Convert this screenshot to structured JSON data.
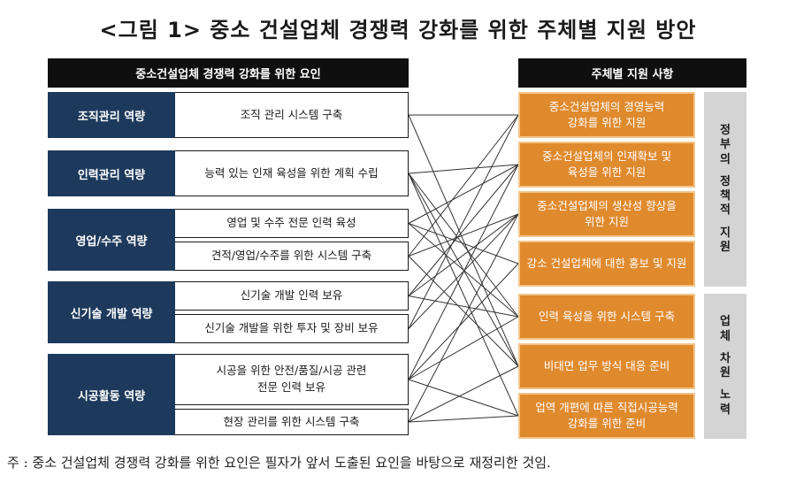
{
  "title": "<그림 1> 중소 건설업체 경쟁력 강화를 위한 주체별 지원 방안",
  "left_header": "중소건설업체 경쟁력 강화를 위한 요인",
  "right_header": "주체별 지원 사항",
  "categories": [
    {
      "label": "조직관리 역량"
    },
    {
      "label": "인력관리 역량"
    },
    {
      "label": "영업/수주 역량"
    },
    {
      "label": "신기술 개발 역량"
    },
    {
      "label": "시공활동 역량"
    }
  ],
  "factors": [
    {
      "label": "조직 관리 시스템 구축"
    },
    {
      "label": "능력 있는 인재 육성을 위한 계획 수립"
    },
    {
      "label": "영업 및 수주 전문 인력 육성"
    },
    {
      "label": "견적/영업/수주를 위한 시스템 구축"
    },
    {
      "label": "신기술 개발 인력 보유"
    },
    {
      "label": "신기술 개발을 위한 투자 및 장비 보유"
    },
    {
      "label": "시공을 위한 안전/품질/시공 관련\n전문 인력 보유"
    },
    {
      "label": "현장 관리를 위한 시스템 구축"
    }
  ],
  "supports": [
    {
      "label": "중소건설업체의 경영능력\n강화를 위한 지원"
    },
    {
      "label": "중소건설업체의 인재확보 및\n육성을 위한 지원"
    },
    {
      "label": "중소건설업체의 생산성 향상을\n위한 지원"
    },
    {
      "label": "강소 건설업체에 대한 홍보 및 지원"
    },
    {
      "label": "인력 육성을 위한 시스템 구축"
    },
    {
      "label": "비대면 업무 방식 대응 준비"
    },
    {
      "label": "업역 개편에 따른 직접시공능력\n강화를 위한 준비"
    }
  ],
  "side_gov": "정부의정책적지원",
  "side_biz": "업체차원노력",
  "links": [
    [
      0,
      0
    ],
    [
      0,
      5
    ],
    [
      1,
      1
    ],
    [
      1,
      4
    ],
    [
      1,
      5
    ],
    [
      1,
      6
    ],
    [
      2,
      1
    ],
    [
      2,
      3
    ],
    [
      2,
      4
    ],
    [
      3,
      0
    ],
    [
      3,
      2
    ],
    [
      3,
      5
    ],
    [
      4,
      1
    ],
    [
      4,
      2
    ],
    [
      4,
      4
    ],
    [
      5,
      0
    ],
    [
      5,
      2
    ],
    [
      6,
      1
    ],
    [
      6,
      3
    ],
    [
      6,
      4
    ],
    [
      6,
      6
    ],
    [
      7,
      2
    ],
    [
      7,
      5
    ],
    [
      7,
      6
    ]
  ],
  "colors": {
    "category": "#1d3a5c",
    "support": "#e08a2e",
    "header": "#0f0f0f",
    "side": "#d4d4d4"
  },
  "note": "주 : 중소 건설업체 경쟁력 강화를 위한 요인은 필자가 앞서 도출된 요인을 바탕으로 재정리한 것임."
}
